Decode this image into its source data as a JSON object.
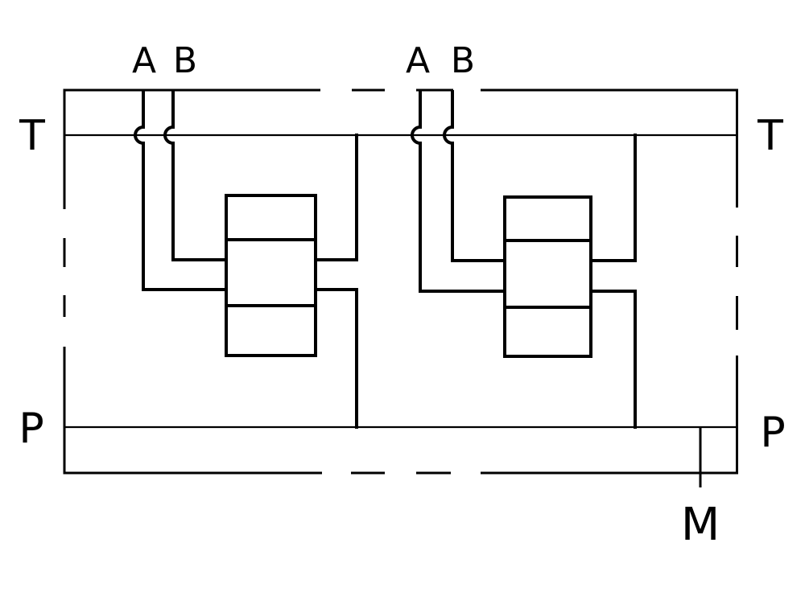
{
  "diagram": {
    "kind": "hydraulic-manifold-schematic",
    "background_color": "#ffffff",
    "line_color": "#000000",
    "ports": {
      "tank_left": "T",
      "tank_right": "T",
      "pressure_left": "P",
      "pressure_right": "P",
      "gauge": "M"
    },
    "valve1": {
      "port_a": "A",
      "port_b": "B"
    },
    "valve2": {
      "port_a": "A",
      "port_b": "B"
    }
  }
}
